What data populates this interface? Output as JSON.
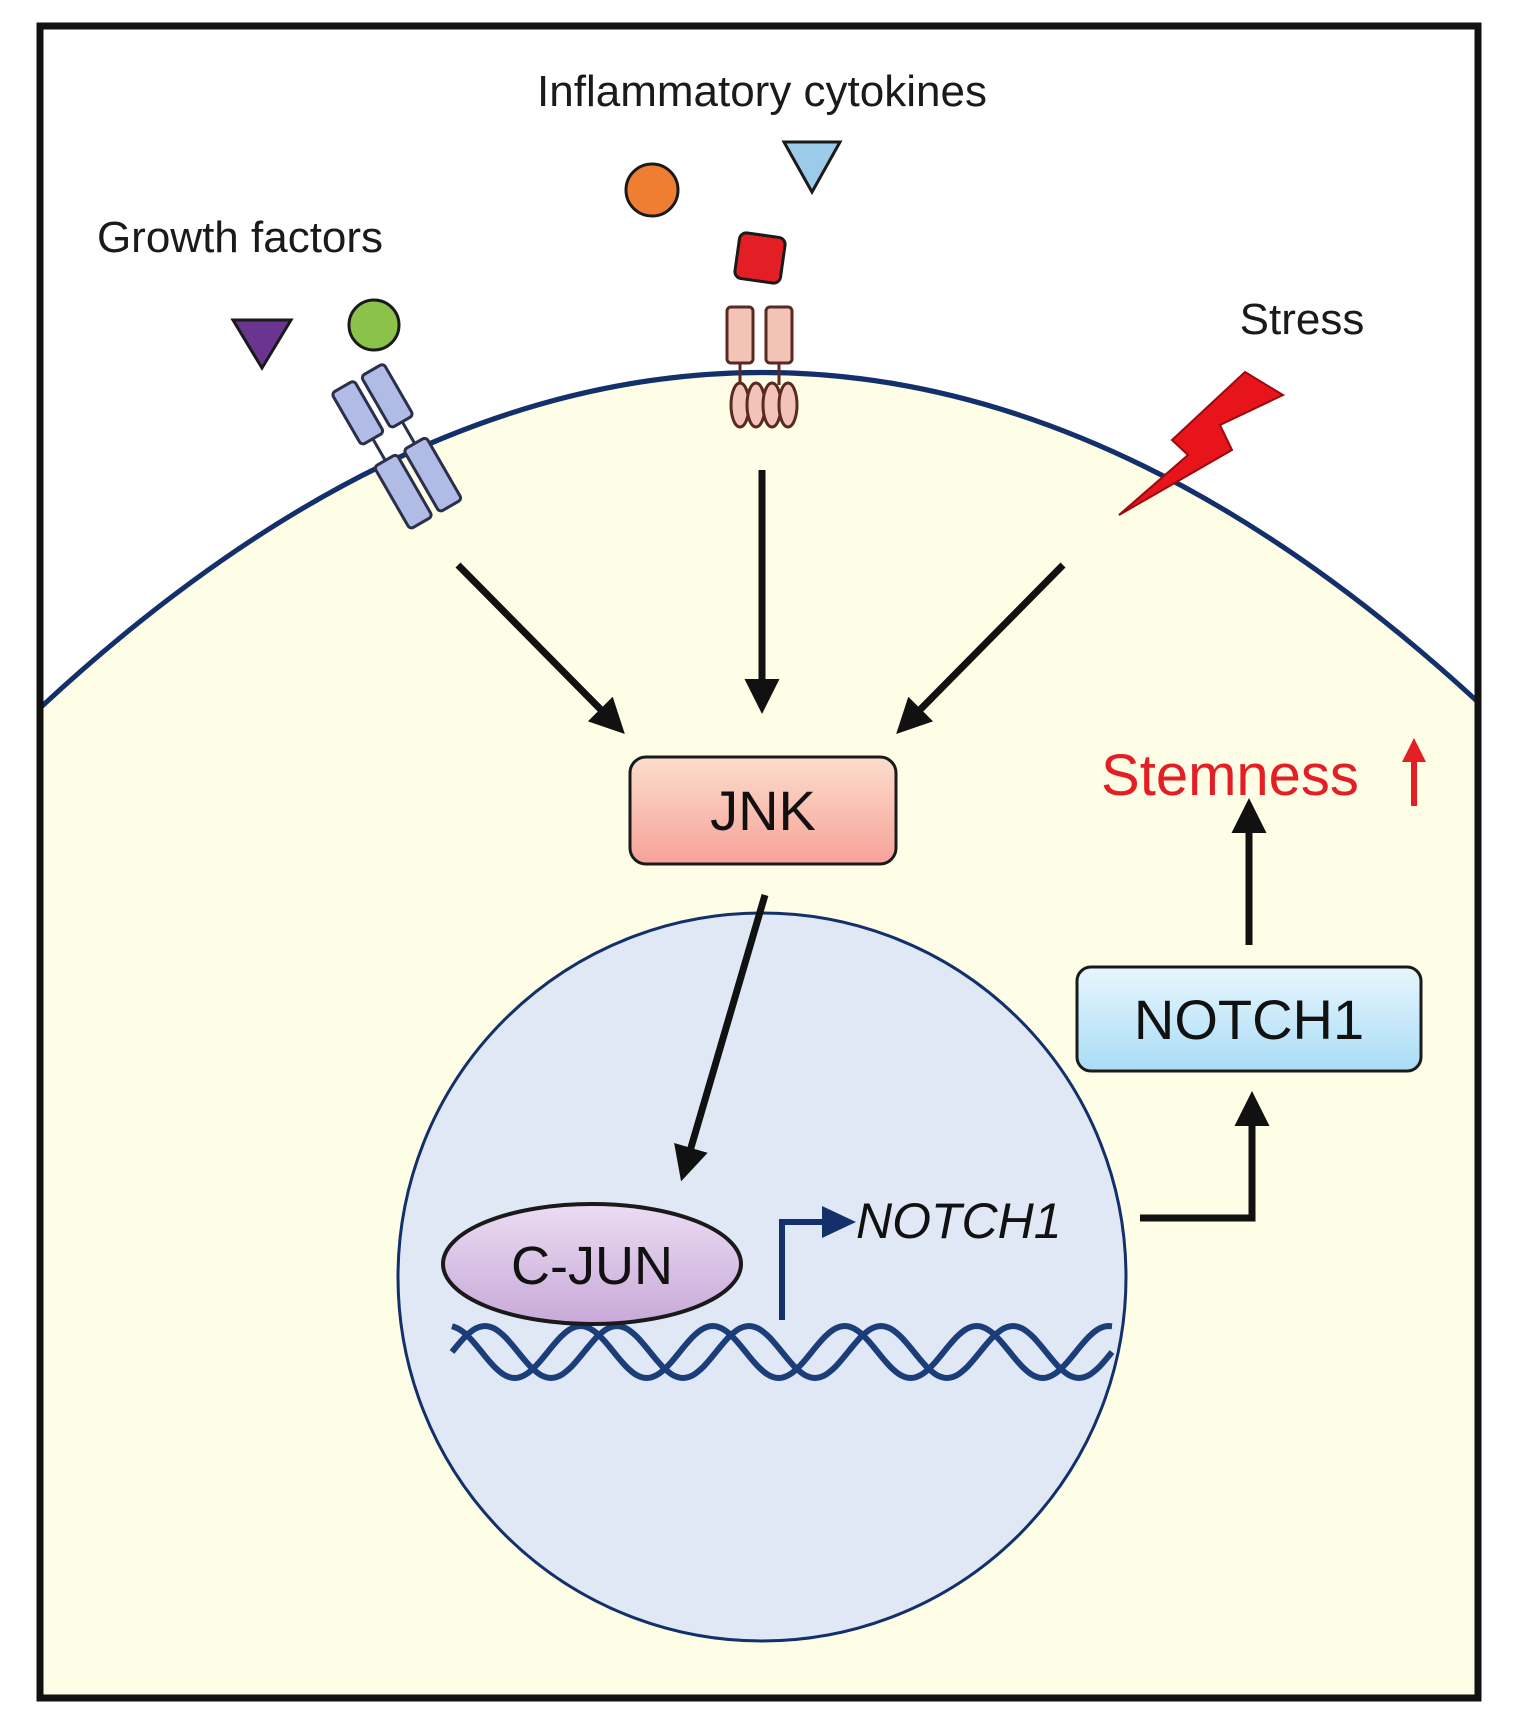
{
  "labels": {
    "inflammatory_cytokines": "Inflammatory cytokines",
    "growth_factors": "Growth factors",
    "stress": "Stress",
    "stemness": "Stemness",
    "jnk": "JNK",
    "notch1_protein": "NOTCH1",
    "c_jun": "C-JUN",
    "notch1_gene": "NOTCH1"
  },
  "colors": {
    "cytoplasm": "#fefde6",
    "nucleus": "#dfe8f4",
    "membrane": "#13306b",
    "jnk_box": "#f7a29a",
    "notch1_box": "#a9dcf7",
    "c_jun": "#c8a9d8",
    "stemness_text": "#e31e24",
    "lightning": "#e8141b",
    "growth_triangle": "#6a3590",
    "growth_circle": "#8bc34a",
    "cytokine_circle": "#ef7e32",
    "cytokine_triangle": "#9ccbea",
    "cytokine_square": "#e31e24",
    "growth_receptor": "#b0bbe6",
    "cytokine_receptor": "#f3c3b8",
    "dna": "#1b3d7a"
  },
  "icons": {
    "growth_factor_ligand_1": "triangle-down",
    "growth_factor_ligand_2": "circle",
    "cytokine_ligand_1": "circle",
    "cytokine_ligand_2": "triangle-down",
    "cytokine_ligand_3": "square",
    "stress_symbol": "lightning-bolt",
    "stemness_indicator": "up-arrow"
  }
}
